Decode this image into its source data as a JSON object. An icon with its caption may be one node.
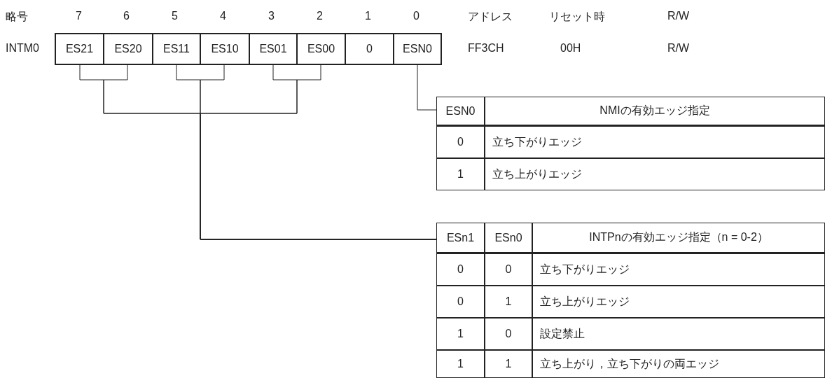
{
  "diagram": {
    "nodes": [
      {
        "text": [
          "ES21"
        ]
      },
      {
        "text": [
          "ES20"
        ]
      },
      {
        "text": [
          "ES11"
        ]
      },
      {
        "text": [
          "ES10"
        ]
      },
      {
        "text": [
          "ES01"
        ]
      },
      {
        "text": [
          "ES00"
        ]
      },
      {
        "text": [
          "0"
        ]
      },
      {
        "text": [
          "ESN0"
        ]
      },
      {
        "text": [
          "ESN0",
          "NMIの有効エッジ指定",
          "0",
          "立ち下がりエッジ",
          "1",
          "立ち上がりエッジ"
        ]
      },
      {
        "text": [
          "ESn1",
          "ESn0",
          "INTPnの有効エッジ指定（n = 0-2）",
          "0",
          "0",
          "立ち下がりエッジ",
          "0",
          "1",
          "立ち上がりエッジ",
          "1",
          "0",
          "設定禁止",
          "1",
          "1",
          "立ち上がり，立ち下がりの両エッジ"
        ]
      }
    ],
    "edges": [
      {
        "from": 0,
        "to": 9,
        "arrow": "none"
      },
      {
        "from": 1,
        "to": 9,
        "arrow": "none"
      },
      {
        "from": 2,
        "to": 9,
        "arrow": "none"
      },
      {
        "from": 3,
        "to": 9,
        "arrow": "none"
      },
      {
        "from": 4,
        "to": 9,
        "arrow": "none"
      },
      {
        "from": 5,
        "to": 9,
        "arrow": "none"
      },
      {
        "from": 7,
        "to": 8,
        "arrow": "none"
      }
    ],
    "labels": [
      "略号",
      "7",
      "6",
      "5",
      "4",
      "3",
      "2",
      "1",
      "0",
      "アドレス",
      "リセット時",
      "R/W",
      "INTM0",
      "FF3CH",
      "00H",
      "R/W"
    ]
  }
}
